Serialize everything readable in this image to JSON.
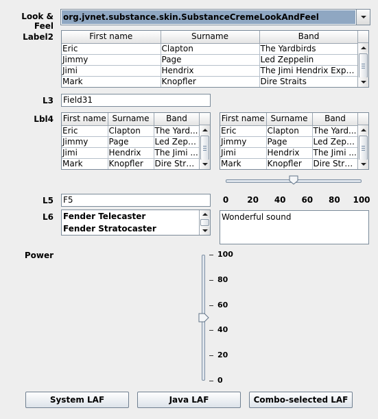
{
  "laf": {
    "label": "Look & Feel",
    "selected": "org.jvnet.substance.skin.SubstanceCremeLookAndFeel"
  },
  "labels": {
    "label2": "Label2",
    "l3": "L3",
    "lbl4": "Lbl4",
    "l5": "L5",
    "l6": "L6",
    "power": "Power"
  },
  "table_headers": [
    "First name",
    "Surname",
    "Band"
  ],
  "table_rows": [
    [
      "Eric",
      "Clapton",
      "The Yardbirds"
    ],
    [
      "Jimmy",
      "Page",
      "Led Zeppelin"
    ],
    [
      "Jimi",
      "Hendrix",
      "The Jimi Hendrix Experi..."
    ],
    [
      "Mark",
      "Knopfler",
      "Dire Straits"
    ]
  ],
  "small_table_rows": [
    [
      "Eric",
      "Clapton",
      "The Yard..."
    ],
    [
      "Jimmy",
      "Page",
      "Led Zepp..."
    ],
    [
      "Jimi",
      "Hendrix",
      "The Jimi ..."
    ],
    [
      "Mark",
      "Knopfler",
      "Dire Straits"
    ]
  ],
  "fields": {
    "field31": "Field31",
    "f5": "F5"
  },
  "list_items": [
    "Fender Telecaster",
    "Fender Stratocaster"
  ],
  "textarea": "Wonderful sound",
  "h_slider": {
    "value": 50,
    "ticks": [
      "0",
      "20",
      "40",
      "60",
      "80",
      "100"
    ]
  },
  "v_slider": {
    "value": 50,
    "ticks": [
      "100",
      "80",
      "60",
      "40",
      "20",
      "0"
    ]
  },
  "buttons": {
    "system": "System LAF",
    "java": "Java LAF",
    "combo": "Combo-selected LAF"
  },
  "colors": {
    "selection": "#8fa7c2",
    "background": "#eeeeee"
  }
}
